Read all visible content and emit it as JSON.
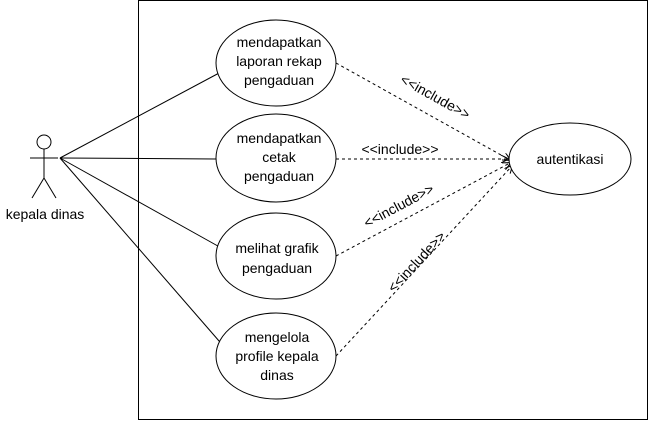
{
  "actor": {
    "label": "kepala dinas"
  },
  "use_cases": [
    {
      "id": "uc1",
      "lines": [
        "mendapatkan",
        "laporan rekap",
        "pengaduan"
      ]
    },
    {
      "id": "uc2",
      "lines": [
        "mendapatkan",
        "cetak",
        "pengaduan"
      ]
    },
    {
      "id": "uc3",
      "lines": [
        "melihat grafik",
        "pengaduan"
      ]
    },
    {
      "id": "uc4",
      "lines": [
        "mengelola",
        "profile kepala",
        "dinas"
      ]
    },
    {
      "id": "auth",
      "lines": [
        "autentikasi"
      ]
    }
  ],
  "include_label": "<<include>>",
  "colors": {
    "stroke": "#000000",
    "background": "#ffffff"
  }
}
